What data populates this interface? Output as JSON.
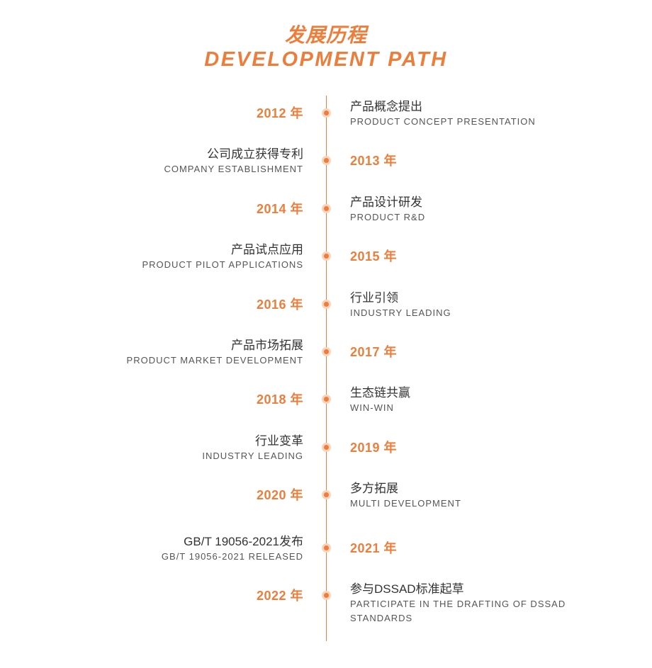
{
  "header": {
    "title_cn": "发展历程",
    "title_en": "DEVELOPMENT PATH"
  },
  "colors": {
    "accent": "#ED7D3A",
    "halo": "#F9D3BA",
    "title_text": "#333333",
    "sub_text": "#555555"
  },
  "timeline": [
    {
      "year": "2012 年",
      "title": "产品概念提出",
      "subtitle": "PRODUCT CONCEPT PRESENTATION"
    },
    {
      "year": "2013 年",
      "title": "公司成立获得专利",
      "subtitle": "COMPANY ESTABLISHMENT"
    },
    {
      "year": "2014 年",
      "title": "产品设计研发",
      "subtitle": "PRODUCT R&D"
    },
    {
      "year": "2015 年",
      "title": "产品试点应用",
      "subtitle": "PRODUCT PILOT APPLICATIONS"
    },
    {
      "year": "2016 年",
      "title": "行业引领",
      "subtitle": "INDUSTRY LEADING"
    },
    {
      "year": "2017 年",
      "title": "产品市场拓展",
      "subtitle": "PRODUCT MARKET DEVELOPMENT"
    },
    {
      "year": "2018 年",
      "title": "生态链共赢",
      "subtitle": "WIN-WIN"
    },
    {
      "year": "2019 年",
      "title": "行业变革",
      "subtitle": "INDUSTRY LEADING"
    },
    {
      "year": "2020 年",
      "title": "多方拓展",
      "subtitle": "MULTI DEVELOPMENT"
    },
    {
      "year": "2021 年",
      "title": "GB/T 19056-2021发布",
      "subtitle": "GB/T 19056-2021 RELEASED"
    },
    {
      "year": "2022 年",
      "title": "参与DSSAD标准起草",
      "subtitle": "PARTICIPATE IN THE DRAFTING OF DSSAD STANDARDS"
    }
  ]
}
